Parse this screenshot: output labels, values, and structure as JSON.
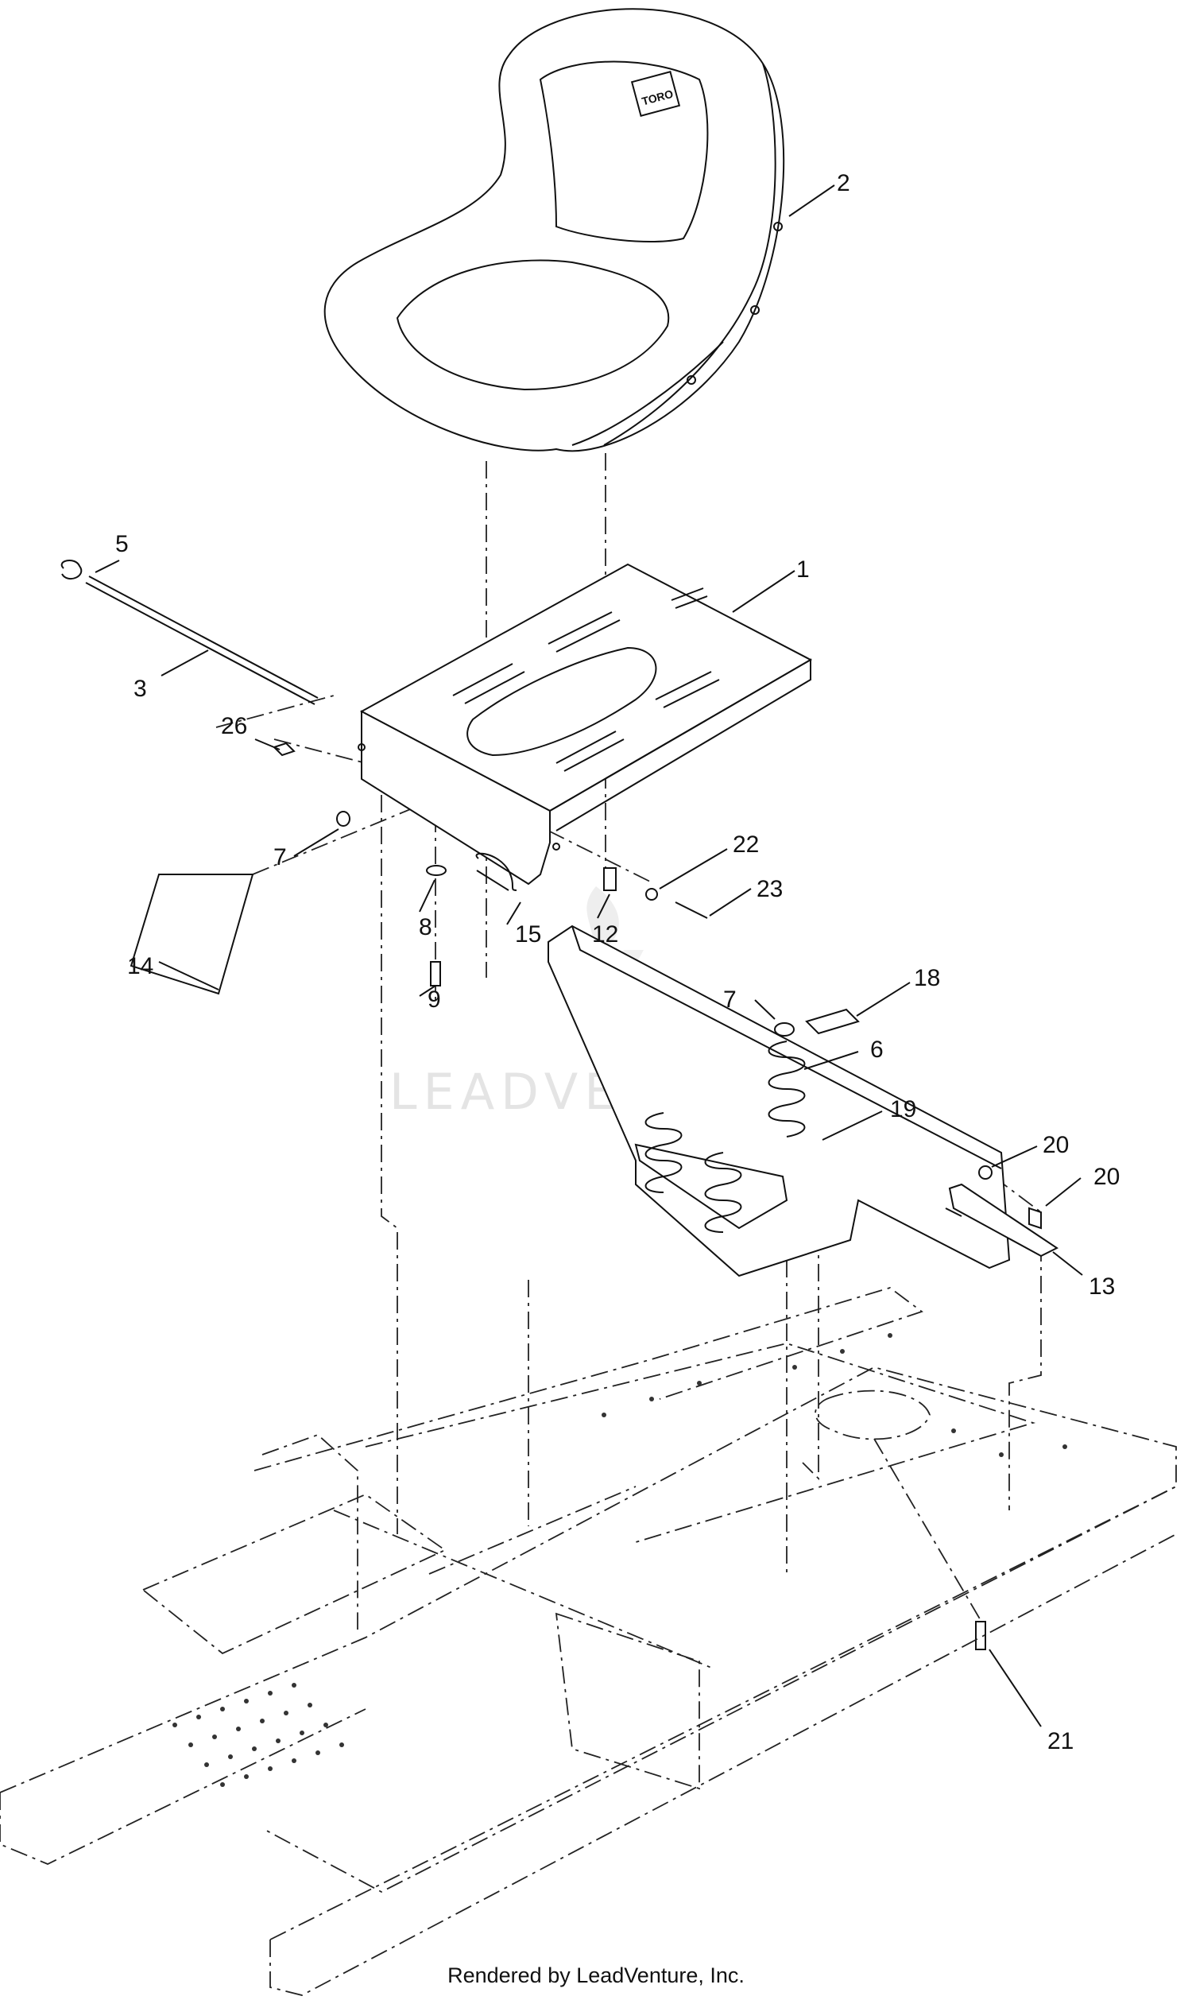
{
  "diagram": {
    "footer": "Rendered by LeadVenture, Inc.",
    "watermark": "LEADVENTURE",
    "seat_logo": "TORO",
    "callouts": [
      {
        "id": "callout-1",
        "text": "1"
      },
      {
        "id": "callout-2",
        "text": "2"
      },
      {
        "id": "callout-3",
        "text": "3"
      },
      {
        "id": "callout-5",
        "text": "5"
      },
      {
        "id": "callout-6",
        "text": "6"
      },
      {
        "id": "callout-7a",
        "text": "7"
      },
      {
        "id": "callout-7b",
        "text": "7"
      },
      {
        "id": "callout-8",
        "text": "8"
      },
      {
        "id": "callout-9",
        "text": "9"
      },
      {
        "id": "callout-12",
        "text": "12"
      },
      {
        "id": "callout-13",
        "text": "13"
      },
      {
        "id": "callout-14",
        "text": "14"
      },
      {
        "id": "callout-15",
        "text": "15"
      },
      {
        "id": "callout-18",
        "text": "18"
      },
      {
        "id": "callout-19",
        "text": "19"
      },
      {
        "id": "callout-20a",
        "text": "20"
      },
      {
        "id": "callout-20b",
        "text": "20"
      },
      {
        "id": "callout-21",
        "text": "21"
      },
      {
        "id": "callout-22",
        "text": "22"
      },
      {
        "id": "callout-23",
        "text": "23"
      },
      {
        "id": "callout-26",
        "text": "26"
      }
    ]
  }
}
